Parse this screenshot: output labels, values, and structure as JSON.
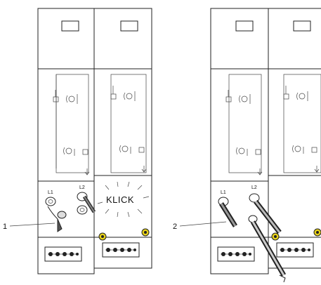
{
  "figure": {
    "callouts": {
      "one": "1",
      "two": "2"
    },
    "klick_text": "KLICK",
    "socket_labels": {
      "left": "L1",
      "right": "L2"
    }
  }
}
